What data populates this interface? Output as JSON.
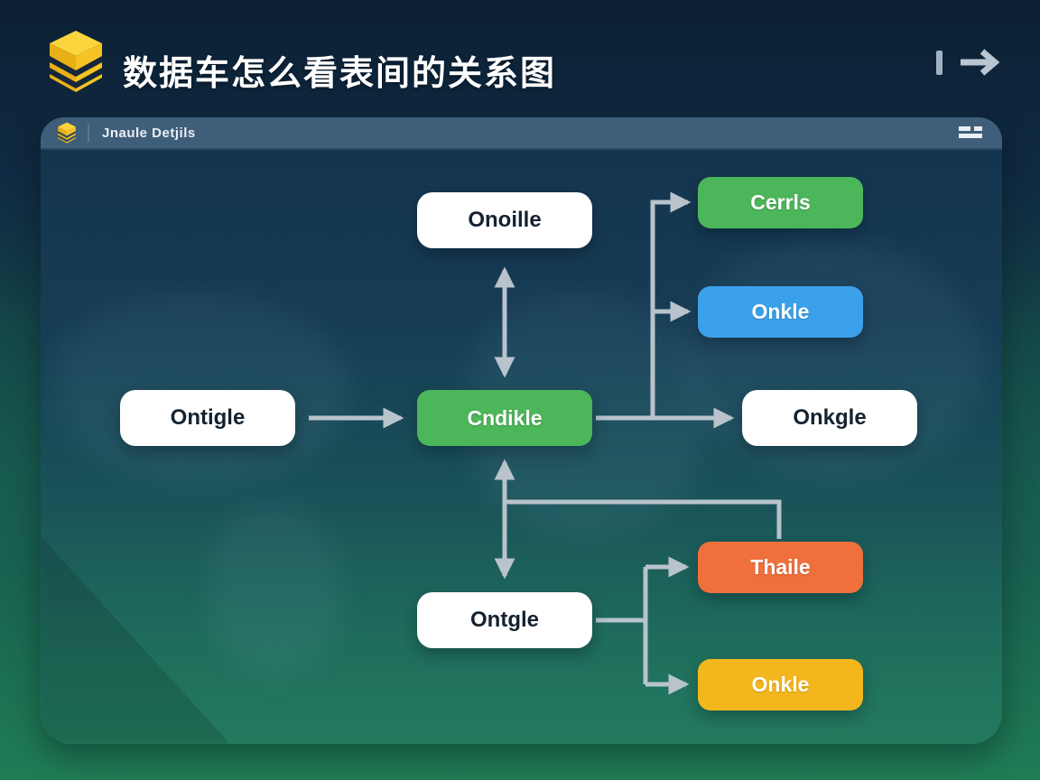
{
  "header": {
    "title": "数据车怎么看表间的关系图",
    "logo_icon": "database-icon",
    "divider_icon": "vertical-bar",
    "forward_icon": "arrow-right-icon"
  },
  "toolbar": {
    "logo_icon": "database-icon",
    "app_name": "Jnaule Detjils",
    "menu_icon": "menu-lines-icon"
  },
  "diagram": {
    "nodes": [
      {
        "id": "onoille",
        "label": "Onoille",
        "color": "white"
      },
      {
        "id": "cerrls",
        "label": "Cerrls",
        "color": "green"
      },
      {
        "id": "onkle",
        "label": "Onkle",
        "color": "blue"
      },
      {
        "id": "ontigle",
        "label": "Ontigle",
        "color": "white"
      },
      {
        "id": "cndikle",
        "label": "Cndikle",
        "color": "green"
      },
      {
        "id": "onkgle",
        "label": "Onkgle",
        "color": "white"
      },
      {
        "id": "thaile",
        "label": "Thaile",
        "color": "orange"
      },
      {
        "id": "ontgle",
        "label": "Ontgle",
        "color": "white"
      },
      {
        "id": "onkle-yellow",
        "label": "Onkle",
        "color": "yellow"
      }
    ],
    "edges": [
      {
        "from": "ontigle",
        "to": "cndikle",
        "style": "arrow"
      },
      {
        "from": "onoille",
        "to": "cndikle",
        "style": "double-arrow"
      },
      {
        "from": "cndikle",
        "to": "cerrls",
        "style": "arrow"
      },
      {
        "from": "cndikle",
        "to": "onkle",
        "style": "arrow"
      },
      {
        "from": "cndikle",
        "to": "onkgle",
        "style": "arrow"
      },
      {
        "from": "cndikle",
        "to": "ontgle",
        "style": "double-arrow"
      },
      {
        "from": "cndikle",
        "to": "thaile",
        "style": "line"
      },
      {
        "from": "ontgle",
        "to": "thaile",
        "style": "arrow"
      },
      {
        "from": "ontgle",
        "to": "onkle-yellow",
        "style": "arrow"
      }
    ]
  },
  "colors": {
    "background_top": "#0c2034",
    "background_bottom": "#1f7d55",
    "panel_top": "#14334d",
    "panel_bottom": "#237a5e",
    "toolbar": "#3f5e79",
    "node_green": "#4cb65a",
    "node_blue": "#3ba0ea",
    "node_orange": "#f0703c",
    "node_yellow": "#f3b71d",
    "node_white": "#ffffff",
    "node_text_dark": "#15222f",
    "edge": "#b8c3cb",
    "logo_yellow": "#f6c325",
    "header_text": "#ffffff"
  }
}
